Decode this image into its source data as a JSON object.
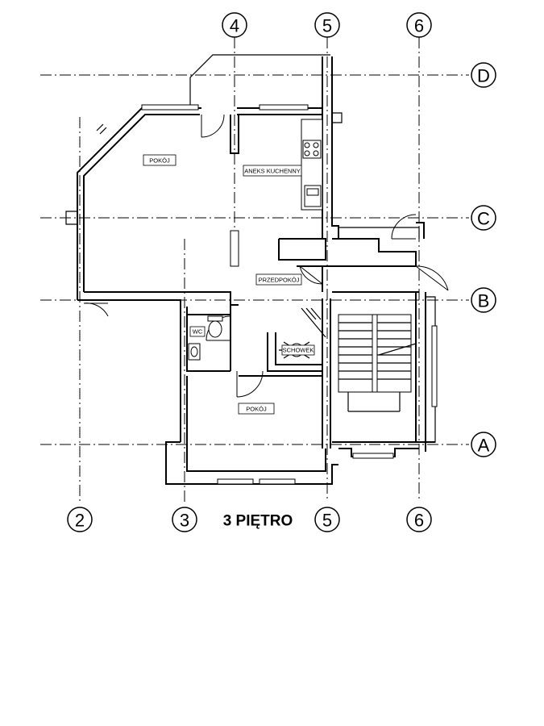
{
  "plan": {
    "floor_title": "3 PIĘTRO",
    "rooms": {
      "living_room": "POKÓJ",
      "kitchenette": "ANEKS KUCHENNY",
      "hallway": "PRZEDPOKÓJ",
      "wc": "WC",
      "storage": "SCHOWEK",
      "bedroom": "POKÓJ"
    },
    "axes": {
      "top": [
        "4",
        "5",
        "6"
      ],
      "bottom": [
        "2",
        "3",
        "5",
        "6"
      ],
      "right": [
        "D",
        "C",
        "B",
        "A"
      ]
    }
  }
}
